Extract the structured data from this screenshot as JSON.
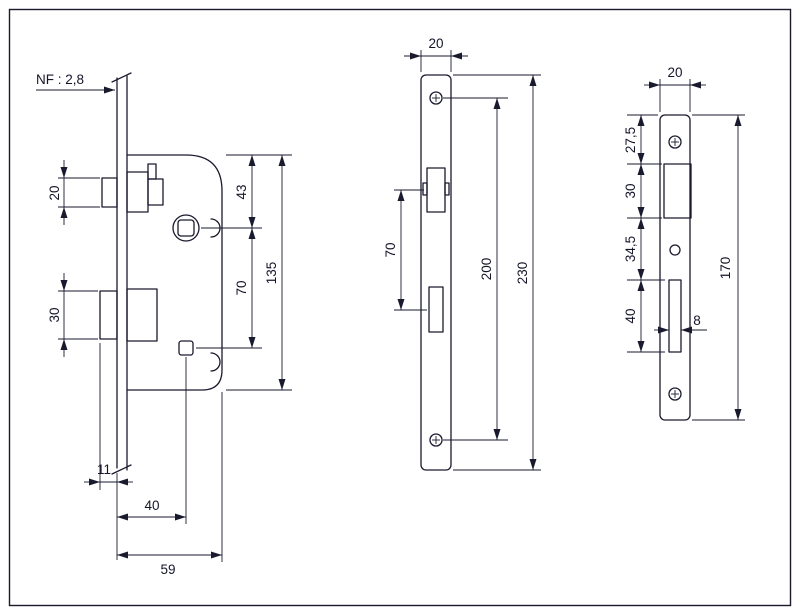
{
  "page": {
    "background": "#ffffff",
    "line_color": "#1a1a2e",
    "description_labels": {
      "nf_label": "NF : 2,8"
    }
  },
  "side_view": {
    "dim_latch_height": "20",
    "dim_bolt_height": "30",
    "dim_top_to_spindle": "43",
    "dim_spindle_to_key": "70",
    "dim_case_height": "135",
    "dim_bolt_projection": "11",
    "dim_backset": "40",
    "dim_case_depth": "59"
  },
  "faceplate_view": {
    "dim_width": "20",
    "dim_latch_to_bolt": "70",
    "dim_screw_spacing": "200",
    "dim_height": "230"
  },
  "strike_view": {
    "dim_width": "20",
    "dim_top_to_latch": "27,5",
    "dim_latch_opening": "30",
    "dim_latch_to_bolt": "34,5",
    "dim_bolt_opening": "40",
    "dim_slot_width": "8",
    "dim_height": "170"
  }
}
